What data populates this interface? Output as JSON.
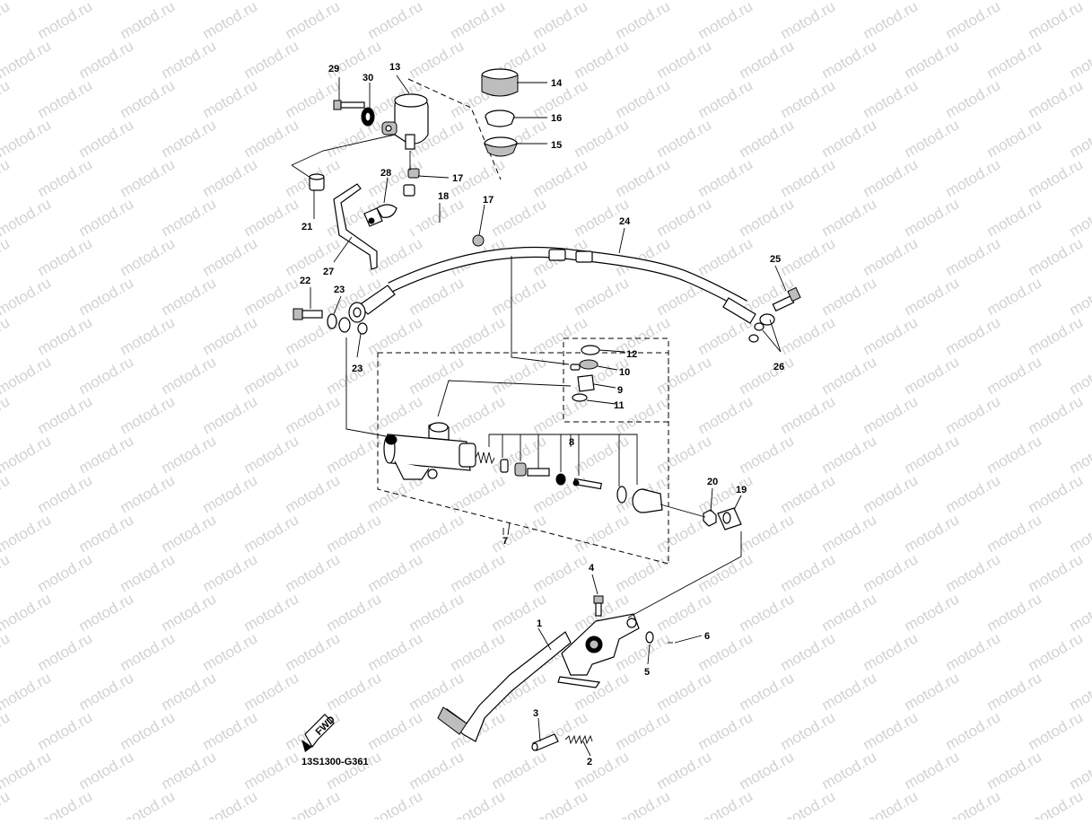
{
  "diagram": {
    "drawing_code": "13S1300-G361",
    "fwd_label": "FWD",
    "watermark_text": "motod.ru",
    "callouts": {
      "c1": "1",
      "c2": "2",
      "c3": "3",
      "c4": "4",
      "c5": "5",
      "c6": "6",
      "c7": "7",
      "c8": "8",
      "c9": "9",
      "c10": "10",
      "c11": "11",
      "c12": "12",
      "c13": "13",
      "c14": "14",
      "c15": "15",
      "c16": "16",
      "c17a": "17",
      "c17b": "17",
      "c18": "18",
      "c19": "19",
      "c20": "20",
      "c21": "21",
      "c22": "22",
      "c23a": "23",
      "c23b": "23",
      "c24": "24",
      "c25": "25",
      "c26": "26",
      "c27": "27",
      "c28": "28",
      "c29": "29",
      "c30": "30"
    }
  }
}
